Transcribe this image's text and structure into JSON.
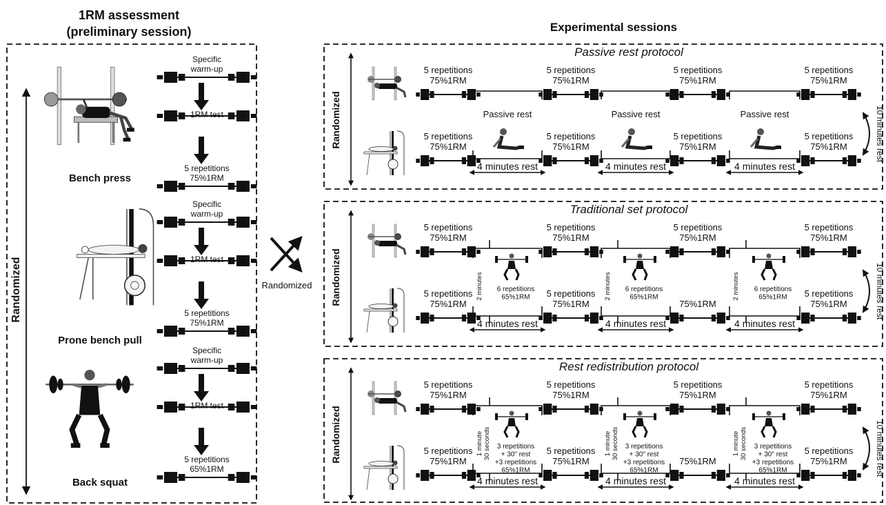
{
  "left_panel": {
    "title_line1": "1RM assessment",
    "title_line2": "(preliminary session)",
    "side_label": "Randomized",
    "exercises": [
      {
        "name": "Bench press",
        "icon": "bench-press-figure",
        "steps": [
          {
            "line1": "Specific",
            "line2": "warm-up"
          },
          {
            "line1": "1RM test",
            "line2": ""
          },
          {
            "line1": "5 repetitions",
            "line2": "75%1RM"
          }
        ]
      },
      {
        "name": "Prone bench pull",
        "icon": "prone-bench-pull-figure",
        "steps": [
          {
            "line1": "Specific",
            "line2": "warm-up"
          },
          {
            "line1": "1RM test",
            "line2": ""
          },
          {
            "line1": "5 repetitions",
            "line2": "75%1RM"
          }
        ]
      },
      {
        "name": "Back squat",
        "icon": "back-squat-figure",
        "steps": [
          {
            "line1": "Specific",
            "line2": "warm-up"
          },
          {
            "line1": "1RM test",
            "line2": ""
          },
          {
            "line1": "5 repetitions",
            "line2": "65%1RM"
          }
        ]
      }
    ]
  },
  "cross_label": "Randomized",
  "right_panel": {
    "title": "Experimental sessions",
    "rest_side_label": "10 minutes rest",
    "protocols": [
      {
        "title": "Passive rest protocol",
        "side_label": "Randomized",
        "top_sets": [
          {
            "line1": "5 repetitions",
            "line2": "75%1RM"
          },
          {
            "line1": "5 repetitions",
            "line2": "75%1RM"
          },
          {
            "line1": "5 repetitions",
            "line2": "75%1RM"
          },
          {
            "line1": "5 repetitions",
            "line2": "75%1RM"
          }
        ],
        "bottom_sets": [
          {
            "line1": "5 repetitions",
            "line2": "75%1RM"
          },
          {
            "line1": "5 repetitions",
            "line2": "75%1RM"
          },
          {
            "line1": "5 repetitions",
            "line2": "75%1RM"
          },
          {
            "line1": "5 repetitions",
            "line2": "75%1RM"
          }
        ],
        "intervals": [
          {
            "label": "Passive rest",
            "side": "",
            "inner": []
          },
          {
            "label": "Passive rest",
            "side": "",
            "inner": []
          },
          {
            "label": "Passive rest",
            "side": "",
            "inner": []
          }
        ],
        "rest_label": "4 minutes rest"
      },
      {
        "title": "Traditional set protocol",
        "side_label": "Randomized",
        "top_sets": [
          {
            "line1": "5 repetitions",
            "line2": "75%1RM"
          },
          {
            "line1": "5 repetitions",
            "line2": "75%1RM"
          },
          {
            "line1": "5 repetitions",
            "line2": "75%1RM"
          },
          {
            "line1": "5 repetitions",
            "line2": "75%1RM"
          }
        ],
        "bottom_sets": [
          {
            "line1": "5 repetitions",
            "line2": "75%1RM"
          },
          {
            "line1": "5 repetitions",
            "line2": "75%1RM"
          },
          {
            "line1": "",
            "line2": "75%1RM"
          },
          {
            "line1": "5 repetitions",
            "line2": "75%1RM"
          }
        ],
        "intervals": [
          {
            "label": "",
            "side": "2 minutes",
            "inner": [
              "6 repetitions",
              "65%1RM"
            ]
          },
          {
            "label": "",
            "side": "2 minutes",
            "inner": [
              "6 repetitions",
              "65%1RM"
            ]
          },
          {
            "label": "",
            "side": "2 minutes",
            "inner": [
              "6 repetitions",
              "65%1RM"
            ]
          }
        ],
        "rest_label": "4 minutes rest"
      },
      {
        "title": "Rest redistribution protocol",
        "side_label": "Randomized",
        "top_sets": [
          {
            "line1": "5 repetitions",
            "line2": "75%1RM"
          },
          {
            "line1": "5 repetitions",
            "line2": "75%1RM"
          },
          {
            "line1": "5 repetitions",
            "line2": "75%1RM"
          },
          {
            "line1": "5 repetitions",
            "line2": "75%1RM"
          }
        ],
        "bottom_sets": [
          {
            "line1": "5 repetitions",
            "line2": "75%1RM"
          },
          {
            "line1": "5 repetitions",
            "line2": "75%1RM"
          },
          {
            "line1": "",
            "line2": "75%1RM"
          },
          {
            "line1": "5 repetitions",
            "line2": "75%1RM"
          }
        ],
        "intervals": [
          {
            "label": "",
            "side": "1 minute 30 seconds",
            "inner": [
              "3 repetitions",
              "+ 30\" rest",
              "+3 repetitions",
              "65%1RM"
            ]
          },
          {
            "label": "",
            "side": "1 minute 30 seconds",
            "inner": [
              "3 repetitions",
              "+ 30\" rest",
              "+3 repetitions",
              "65%1RM"
            ]
          },
          {
            "label": "",
            "side": "1 minute 30 seconds",
            "inner": [
              "3 repetitions",
              "+ 30\" rest",
              "+3 repetitions",
              "65%1RM"
            ]
          }
        ],
        "rest_label": "4 minutes rest"
      }
    ]
  }
}
